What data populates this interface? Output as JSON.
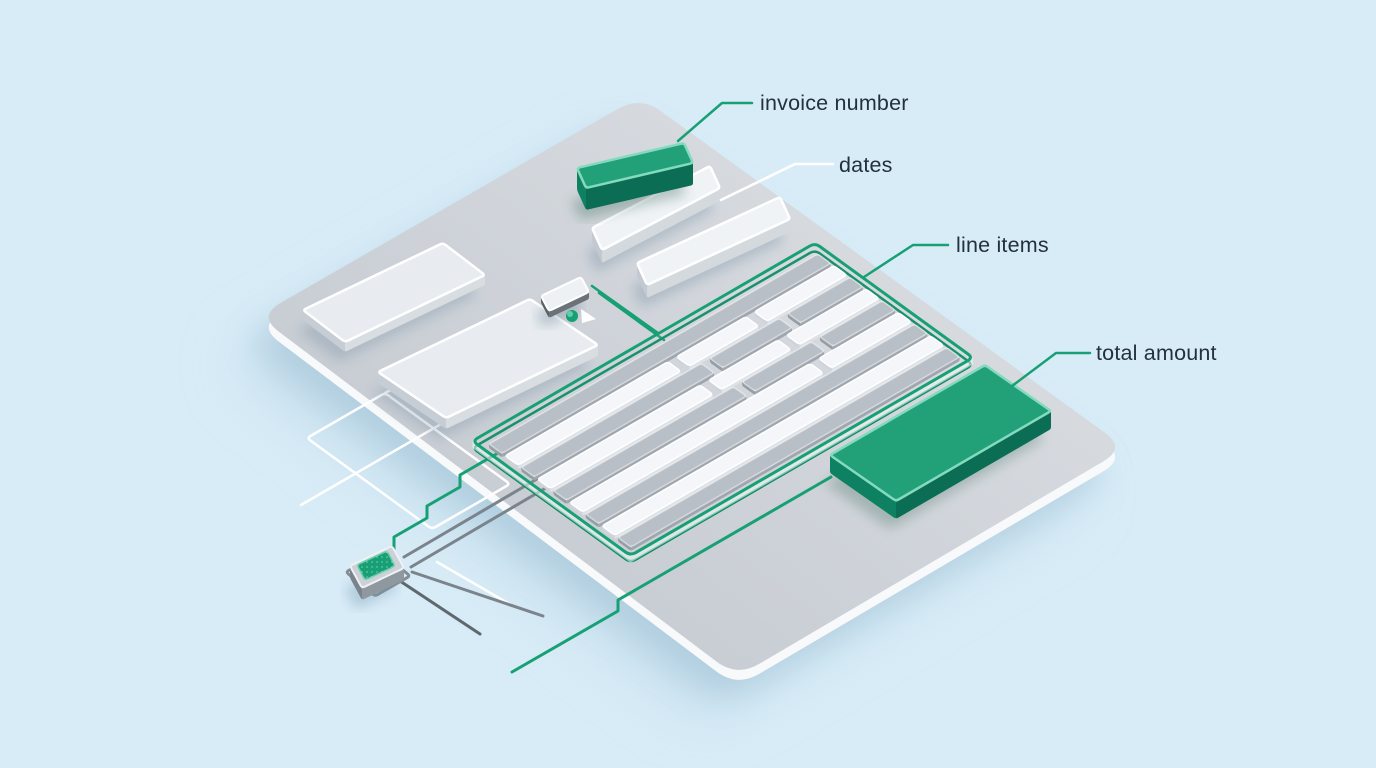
{
  "illustration": {
    "title": "isometric invoice document with highlighted data fields",
    "labels": {
      "invoice_number": "invoice number",
      "dates": "dates",
      "line_items": "line items",
      "total_amount": "total amount"
    },
    "colors": {
      "background": "#d8ecf7",
      "accent_green": "#17a074",
      "accent_green_dark": "#0d8a63",
      "accent_green_side_l": "#0e8162",
      "accent_green_side_r": "#0b6e54",
      "accent_green_top": "#22a179",
      "accent_green_rim": "#84dabf",
      "document_gray_light": "#d7dbe0",
      "document_gray_dark": "#c5cad1",
      "stripe_gray": "#b5bcc4",
      "stripe_gray_side_l": "#8f97a0",
      "stripe_gray_side_r": "#99a1aa",
      "stripe_white": "#f4f6f9",
      "glass_white_top": "#e8ecf0",
      "glass_white_side_l": "#c7cdd4",
      "glass_white_side_r": "#d8dde2",
      "white": "#ffffff",
      "wire_gray": "#7b838c",
      "wire_gray_dark": "#5f676f",
      "metal_gray": "#ccd1d7",
      "label_text": "#22313d"
    }
  }
}
